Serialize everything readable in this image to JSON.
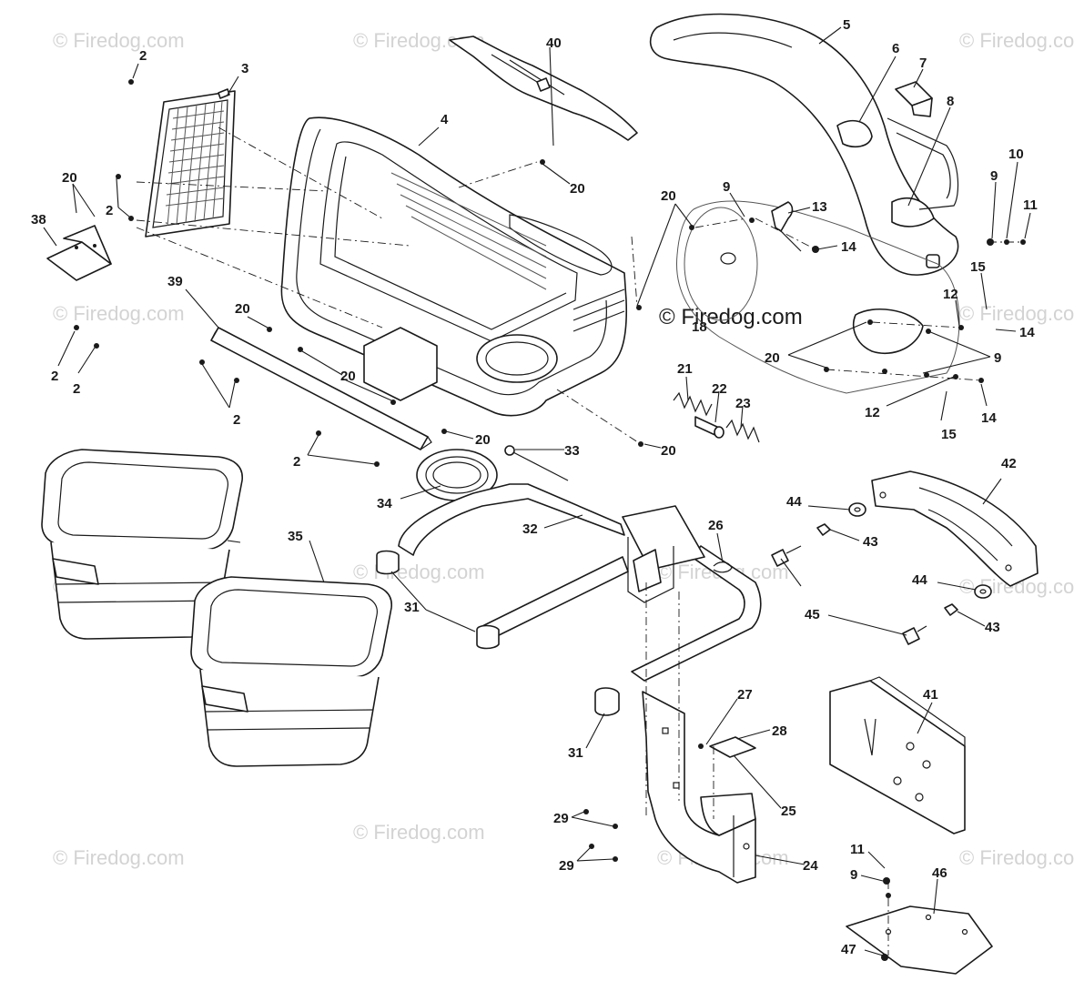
{
  "watermark": {
    "text": "© Firedog.com",
    "center_text": "© Firedog.com"
  },
  "callouts": [
    "2",
    "3",
    "4",
    "5",
    "6",
    "7",
    "8",
    "9",
    "10",
    "11",
    "12",
    "13",
    "14",
    "15",
    "18",
    "20",
    "21",
    "22",
    "23",
    "24",
    "25",
    "26",
    "27",
    "28",
    "29",
    "31",
    "32",
    "33",
    "34",
    "35",
    "38",
    "39",
    "40",
    "41",
    "42",
    "43",
    "44",
    "45",
    "46",
    "47"
  ]
}
